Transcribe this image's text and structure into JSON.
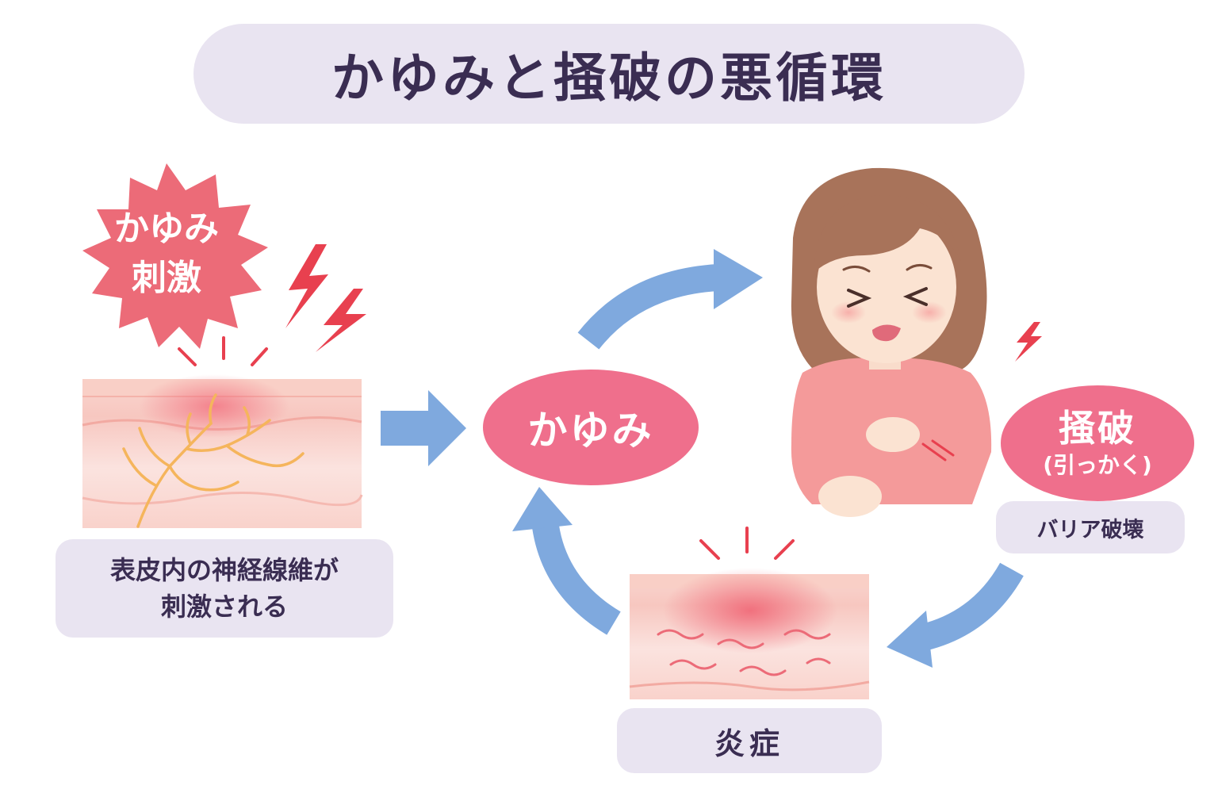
{
  "title": "かゆみと掻破の悪循環",
  "stimulus_burst": {
    "line1": "かゆみ",
    "line2": "刺激"
  },
  "left_caption": {
    "line1": "表皮内の神経線維が",
    "line2": "刺激される"
  },
  "center_node": "かゆみ",
  "scratch_node": {
    "main": "掻破",
    "sub": "(引っかく)"
  },
  "scratch_caption": "バリア破壊",
  "inflammation_caption": "炎症",
  "colors": {
    "title_bg": "#e9e4f1",
    "caption_bg": "#e9e4f1",
    "text": "#3a2d52",
    "pink_node": "#ef6f8c",
    "burst": "#ec6b78",
    "lightning": "#e8404f",
    "arrow": "#7fa9de",
    "nerve": "#f5b55c",
    "skin_light": "#fbe0dc",
    "skin_mid": "#f6c2bd",
    "hair": "#a8735a",
    "shirt": "#f49a9a"
  }
}
